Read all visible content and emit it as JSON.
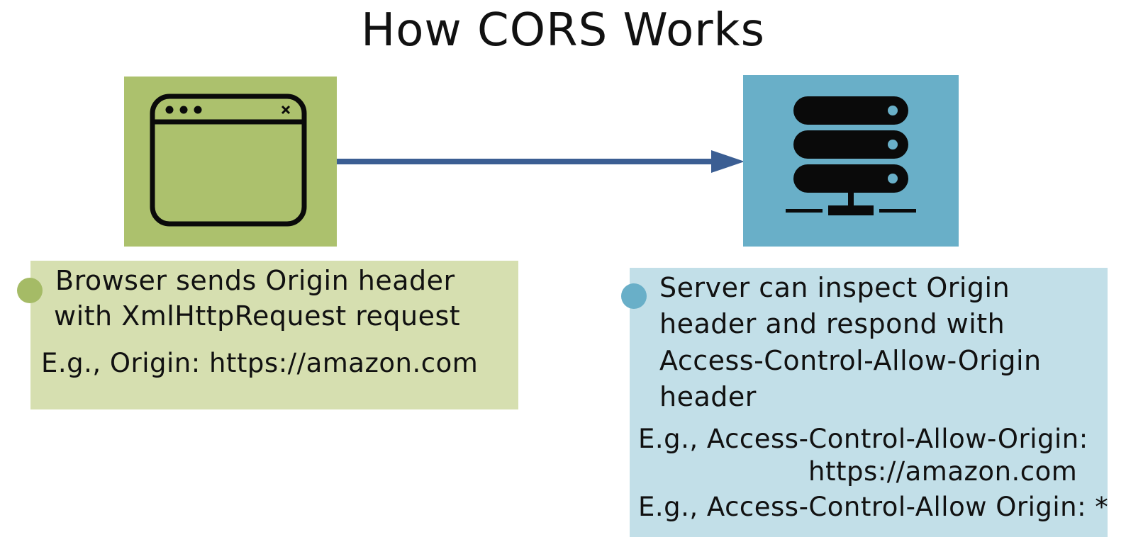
{
  "title": "How CORS Works",
  "colors": {
    "browser_box": "#acc16d",
    "browser_note": "#d6dfb0",
    "browser_dot": "#a5bb66",
    "server_box": "#69afc8",
    "server_note": "#c2dfe8",
    "server_dot": "#69afc8",
    "arrow": "#3b5e93",
    "icon": "#0a0a0a"
  },
  "icons": {
    "browser": "browser-window-icon",
    "server": "server-rack-icon",
    "arrow": "right-arrow-icon"
  },
  "browser_note": {
    "lines": [
      "Browser sends Origin header",
      "with XmlHttpRequest request"
    ],
    "example": "E.g., Origin: https://amazon.com"
  },
  "server_note": {
    "lines": [
      "Server can inspect Origin",
      "header and respond with",
      "Access-Control-Allow-Origin",
      "header"
    ],
    "examples": [
      "E.g., Access-Control-Allow-Origin:",
      "https://amazon.com",
      "E.g., Access-Control-Allow Origin: *"
    ]
  }
}
